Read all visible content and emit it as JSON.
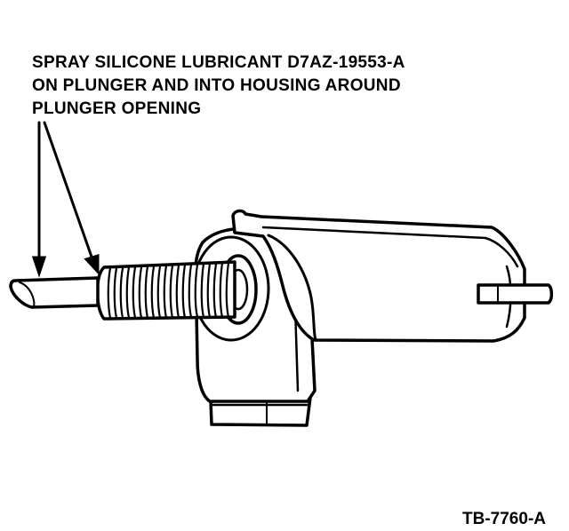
{
  "callout": {
    "lines": [
      "SPRAY SILICONE LUBRICANT D7AZ-19553-A",
      "ON PLUNGER AND INTO HOUSING AROUND",
      "PLUNGER OPENING"
    ]
  },
  "figure_id": "TB-7760-A",
  "colors": {
    "ink": "#000000",
    "paper": "#ffffff"
  }
}
